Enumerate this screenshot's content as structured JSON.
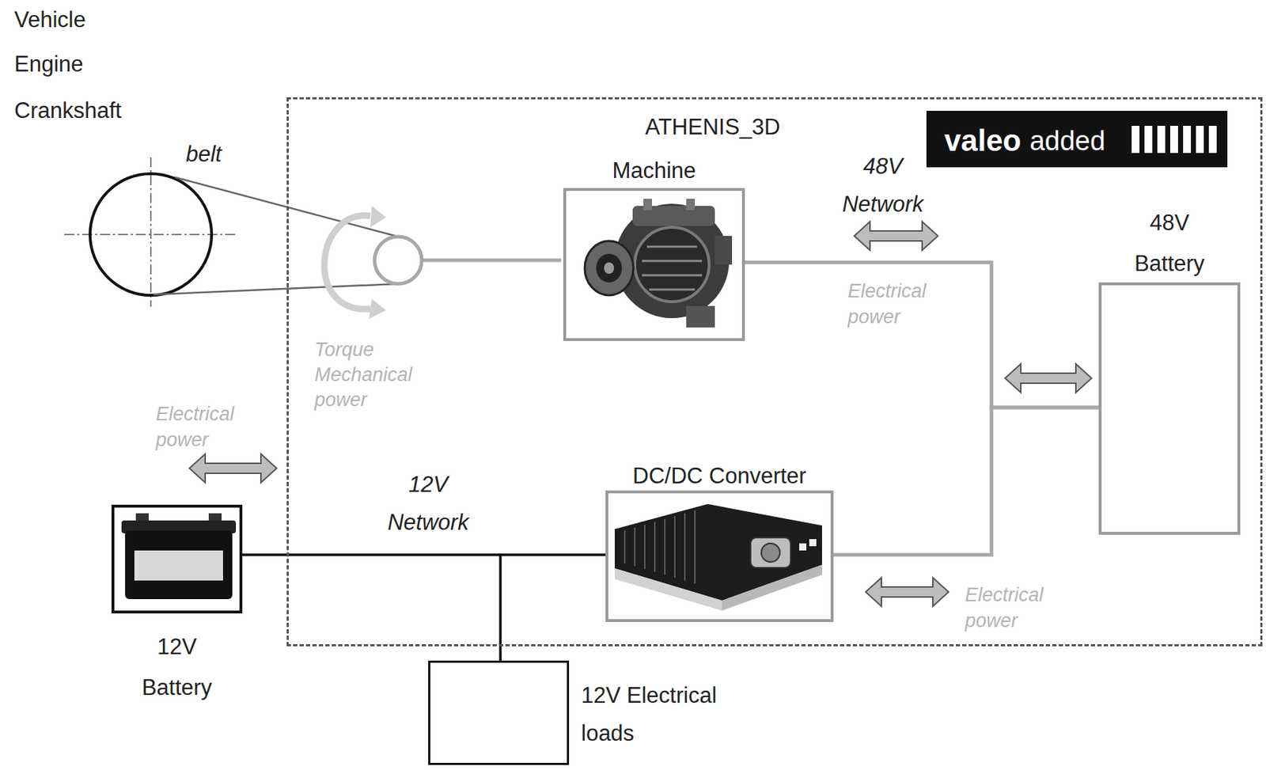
{
  "diagram": {
    "nodes": [
      {
        "text": [
          "ATHENIS_3D"
        ]
      },
      {
        "text": [
          "valeo",
          "added"
        ],
        "in": 0
      },
      {
        "text": [
          "Machine"
        ],
        "in": 0
      },
      {
        "text": [
          "48V Battery"
        ],
        "in": 0
      },
      {
        "text": [
          "DC/DC Converter"
        ],
        "in": 0
      },
      {
        "text": [
          "12V Battery"
        ]
      },
      {
        "text": [
          "12V Electrical loads"
        ]
      }
    ],
    "edges": [
      {
        "from": 2,
        "to": 3,
        "arrow": "none"
      },
      {
        "from": 4,
        "to": 3,
        "arrow": "none"
      },
      {
        "from": 5,
        "to": 4,
        "arrow": "none"
      },
      {
        "from": 5,
        "to": 6,
        "arrow": "none"
      },
      {
        "from": 4,
        "to": 6,
        "arrow": "none"
      }
    ],
    "labels": [
      "Vehicle",
      "Engine",
      "Crankshaft",
      "belt",
      "Torque Mechanical power",
      "48V Network",
      "Electrical power",
      "Electrical power",
      "12V Network",
      "Electrical power"
    ]
  }
}
